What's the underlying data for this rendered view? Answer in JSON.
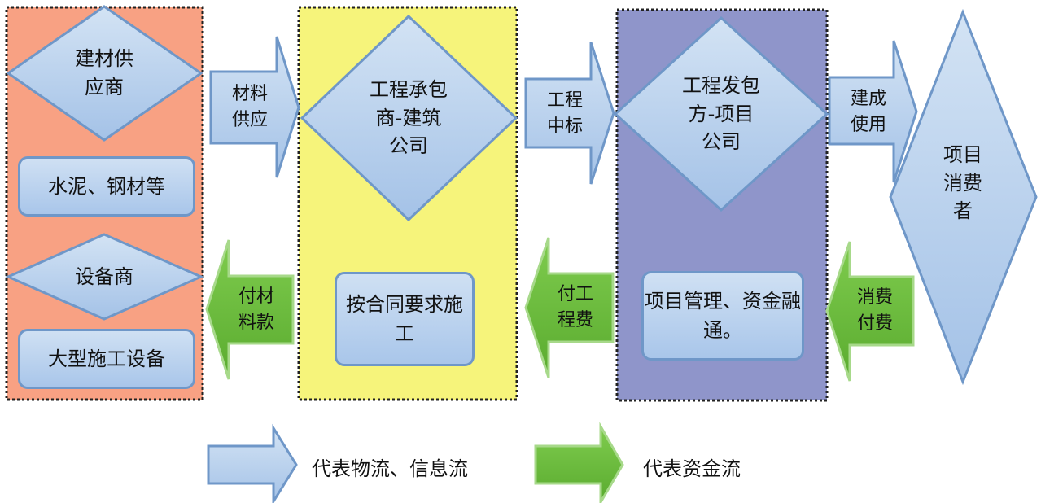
{
  "colors": {
    "supplier_panel": "#f8a183",
    "contractor_panel": "#f6f47b",
    "owner_panel": "#8f95ca",
    "info_flow": "#b3cde9",
    "money_flow": "#6dbb3f"
  },
  "panels": {
    "supplier": {
      "building_material_supplier": [
        "建材供",
        "应商"
      ],
      "materials_box": "水泥、钢材等",
      "equipment_supplier": "设备商",
      "equipment_box": "大型施工设备"
    },
    "contractor": {
      "title": [
        "工程承包",
        "商-建筑",
        "公司"
      ],
      "box": [
        "按合同要",
        "求施工"
      ]
    },
    "owner": {
      "title": [
        "工程发包",
        "方-项目",
        "公司"
      ],
      "box": [
        "项目管理、",
        "资金融通。"
      ]
    }
  },
  "consumer": [
    "项目",
    "消费",
    "者"
  ],
  "arrows": {
    "material_supply": [
      "材料",
      "供应"
    ],
    "project_bid": [
      "工程",
      "中标"
    ],
    "built_for_use": [
      "建成",
      "使用"
    ],
    "pay_material": [
      "付材",
      "料款"
    ],
    "pay_project": [
      "付工",
      "程费"
    ],
    "consumer_pay": [
      "消费",
      "付费"
    ]
  },
  "legend": {
    "info_flow": "代表物流、信息流",
    "money_flow": "代表资金流"
  }
}
